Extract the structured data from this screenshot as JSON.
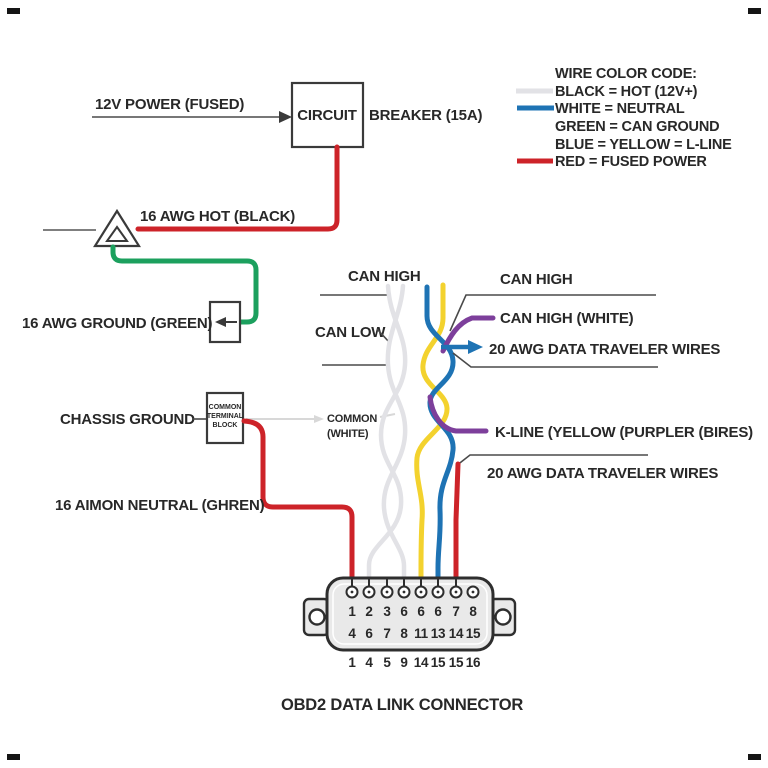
{
  "colors": {
    "red": "#cd2329",
    "green": "#1ca05e",
    "yellow": "#f3d22e",
    "blue": "#1e73b4",
    "purple": "#7d3f9b",
    "white_wire": "#e2e2e6",
    "gray_leader": "#d8d8d8",
    "dark": "#3a3a3a"
  },
  "legend": {
    "title": "WIRE COLOR CODE:",
    "rows": [
      {
        "label": "BLACK = HOT (12V+)",
        "swatch": "white"
      },
      {
        "label": "WHITE = NEUTRAL",
        "swatch": "blue"
      },
      {
        "label": "GREEN = CAN GROUND",
        "swatch": "none"
      },
      {
        "label": "BLUE = YELLOW = L-LINE",
        "swatch": "none"
      },
      {
        "label": "RED = FUSED POWER",
        "swatch": "red"
      }
    ]
  },
  "power": {
    "input_label": "12V POWER (FUSED)",
    "breaker_box": "CIRCUIT",
    "breaker_label": "BREAKER (15A)",
    "hot_label": "16 AWG HOT (BLACK)",
    "ground_label": "16 AWG GROUND (GREEN)"
  },
  "chassis": {
    "label": "CHASSIS GROUND",
    "block_line1": "COMMON",
    "block_line2": "TERMINAL",
    "block_line3": "BLOCK",
    "common_line1": "COMMON",
    "common_line2": "(WHITE)",
    "neutral_label": "16 AIMON NEUTRAL (GHREN)"
  },
  "bus": {
    "can_high_left": "CAN HIGH",
    "can_low": "CAN LOW",
    "can_high_right": "CAN HIGH",
    "can_high_white": "CAN HIGH (WHITE)",
    "data_wires_1": "20 AWG DATA TRAVELER WIRES",
    "k_line": "K-LINE (YELLOW (PURPLER (BIRES)",
    "data_wires_2": "20 AWG DATA TRAVELER WIRES"
  },
  "connector": {
    "title": "OBD2 DATA LINK CONNECTOR",
    "row1": [
      "1",
      "2",
      "3",
      "6",
      "6",
      "6",
      "7",
      "8"
    ],
    "row2": [
      "4",
      "6",
      "7",
      "8",
      "11",
      "13",
      "14",
      "15"
    ],
    "row3": [
      "1",
      "4",
      "5",
      "9",
      "14",
      "15",
      "15",
      "16"
    ]
  }
}
